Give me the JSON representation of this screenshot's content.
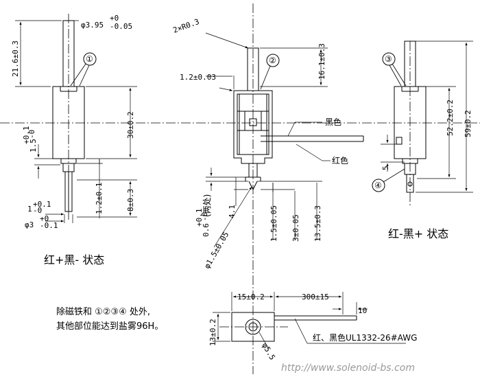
{
  "views": {
    "left": {
      "balloon": "①",
      "dims": {
        "shaft_dia": "φ3.95",
        "shaft_dia_tol": "+0\n-0.05",
        "shaft_len": "21.6±0.3",
        "body_h": "30±0.2",
        "stroke": "1.5",
        "stroke_tol": "+0.1\n-0",
        "gap": "1.2±0.1",
        "tail": "8±0.3",
        "flange": "1",
        "flange_tol": "+0.1\n-0",
        "tail_dia": "φ3",
        "tail_dia_tol": "+0\n-0.1"
      },
      "caption": "红+黑- 状态"
    },
    "center": {
      "balloon": "②",
      "dims": {
        "radius": "2×R0.3",
        "top_len": "16.1±0.3",
        "plate": "1.2±0.03",
        "pin": "0.6",
        "pin_tol": "+0.1\n-0",
        "pin_note": "(两处)",
        "d41": "4.1",
        "d15": "1.5±0.05",
        "d3": "3±0.05",
        "d135": "13.5±0.3",
        "dia15": "φ1.5±0.05"
      },
      "labels": {
        "black": "黑色",
        "red": "红色"
      }
    },
    "right": {
      "balloon_top": "③",
      "balloon_bottom": "④",
      "dims": {
        "h522": "52.2±0.2",
        "h59": "59±0.2",
        "h5": "5"
      },
      "caption": "红-黑+ 状态"
    },
    "bottom": {
      "dims": {
        "w15": "15±0.2",
        "wire": "300±15",
        "strip": "10",
        "h13": "13±0.2",
        "hole": "φ5.5"
      },
      "wire_label": "红、黑色UL1332-26#AWG"
    }
  },
  "note": {
    "line1": "除磁铁和 ①②③④ 处外,",
    "line2": "其他部位能达到盐雾96H。"
  },
  "watermark": "http://www.solenoid-bs.com"
}
